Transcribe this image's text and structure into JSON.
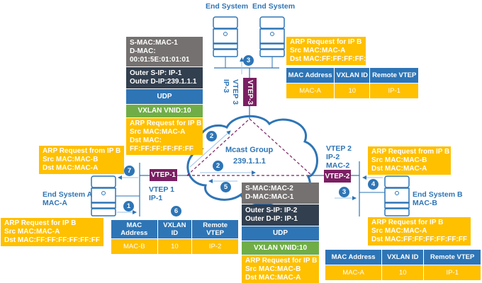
{
  "colors": {
    "orange": "#FFC000",
    "blue": "#2E75B6",
    "gray": "#767171",
    "dark": "#323F4F",
    "green": "#70AD47",
    "vtep": "#7B1F63"
  },
  "top": {
    "end_system_1": "End System",
    "end_system_2": "End System",
    "vtep_box": "VTEP-3",
    "vtep_label": "VTEP 3",
    "vtep_ip": "IP-3",
    "arp": [
      "ARP Request for IP B",
      "Src MAC:MAC-A",
      "Dst MAC:FF:FF:FF:FF:FF:FF"
    ],
    "table": {
      "headers": [
        "MAC Address",
        "VXLAN ID",
        "Remote VTEP"
      ],
      "rows": [
        [
          "MAC-A",
          "10",
          "IP-1"
        ]
      ]
    }
  },
  "packet1": {
    "smac": "S-MAC:MAC-1",
    "dmac": "D-MAC:",
    "dmac_val": "00:01:5E:01:01:01",
    "outer_sip": "Outer S-IP: IP-1",
    "outer_dip": "Outer D-IP:239.1.1.1",
    "udp": "UDP",
    "vxlan": "VXLAN VNID:10",
    "arp": [
      "ARP Request for IP B",
      "Src MAC:MAC-A",
      "Dst MAC:",
      "FF:FF:FF:FF:FF:FF"
    ]
  },
  "cloud": {
    "title": "Mcast Group",
    "address": "239.1.1.1"
  },
  "left": {
    "arp_reply": [
      "ARP Request from IP B",
      "Src MAC:MAC-B",
      "Dst MAC:MAC-A"
    ],
    "vtep_box": "VTEP-1",
    "vtep_label": "VTEP 1",
    "vtep_ip": "IP-1",
    "end_system": "End System A",
    "mac": "MAC-A",
    "arp": [
      "ARP Request for IP B",
      "Src MAC:MAC-A",
      "Dst MAC:FF:FF:FF:FF:FF:FF"
    ],
    "table": {
      "headers": [
        "MAC Address",
        "VXLAN ID",
        "Remote VTEP"
      ],
      "rows": [
        [
          "MAC-B",
          "10",
          "IP-2"
        ]
      ]
    }
  },
  "packet2": {
    "smac": "S-MAC:MAC-2",
    "dmac": "D-MAC:MAC-1",
    "outer_sip": "Outer S-IP: IP-2",
    "outer_dip": "Outer D-IP: IP-1",
    "udp": "UDP",
    "vxlan": "VXLAN VNID:10",
    "arp": [
      "ARP Request for IP B",
      "Src MAC:MAC-B",
      "Dst MAC:MAC-A"
    ]
  },
  "right": {
    "vtep_label": "VTEP 2",
    "vtep_ip": "IP-2",
    "vtep_mac": "MAC-2",
    "vtep_box": "VTEP-2",
    "end_system": "End System B",
    "mac": "MAC-B",
    "arp_reply": [
      "ARP Request from IP B",
      "Src MAC:MAC-B",
      "Dst MAC:MAC-A"
    ],
    "arp": [
      "ARP Request for IP B",
      "Src MAC:MAC-A",
      "Dst MAC:FF:FF:FF:FF:FF:FF"
    ],
    "table": {
      "headers": [
        "MAC Address",
        "VXLAN ID",
        "Remote VTEP"
      ],
      "rows": [
        [
          "MAC-A",
          "10",
          "IP-1"
        ]
      ]
    }
  },
  "steps": [
    "1",
    "2",
    "2",
    "3",
    "3",
    "4",
    "5",
    "6",
    "7"
  ]
}
